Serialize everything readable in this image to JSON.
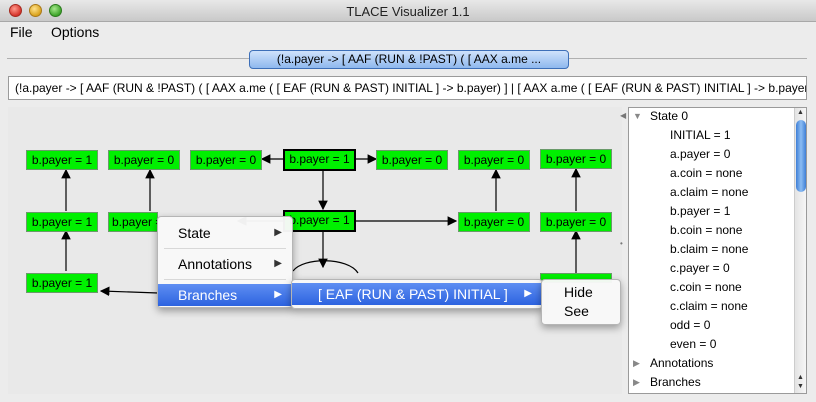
{
  "window": {
    "title": "TLACE Visualizer 1.1"
  },
  "menubar": {
    "file": "File",
    "options": "Options"
  },
  "tab": {
    "label": "(!a.payer ->  [ AAF (RUN & !PAST) ( [ AAX a.me ..."
  },
  "formula": {
    "text": "(!a.payer ->  [ AAF (RUN & !PAST) ( [ AAX a.me ( [ EAF (RUN & PAST) INITIAL ]  -> b.payer) ]  |  [ AAX a.me ( [ EAF (RUN & PAST) INITIAL ]  -> b.payer) ] ) ])"
  },
  "graph": {
    "nodes": [
      {
        "id": "n1",
        "label": "b.payer = 1"
      },
      {
        "id": "n2",
        "label": "b.payer = 0"
      },
      {
        "id": "n3",
        "label": "b.payer = 0"
      },
      {
        "id": "n4",
        "label": "b.payer = 1"
      },
      {
        "id": "n5",
        "label": "b.payer = 0"
      },
      {
        "id": "n6",
        "label": "b.payer = 0"
      },
      {
        "id": "n7",
        "label": "b.payer = 0"
      },
      {
        "id": "n8",
        "label": "b.payer = 1"
      },
      {
        "id": "n9",
        "label": "b.payer = 1"
      },
      {
        "id": "n10",
        "label": "b.payer = 1"
      },
      {
        "id": "n11",
        "label": "b.payer = 0"
      },
      {
        "id": "n12",
        "label": "b.payer = 0"
      },
      {
        "id": "n13",
        "label": "b.payer = 1"
      }
    ]
  },
  "tree": {
    "root": "State 0",
    "items": [
      "INITIAL = 1",
      "a.payer = 0",
      "a.coin = none",
      "a.claim = none",
      "b.payer = 1",
      "b.coin = none",
      "b.claim = none",
      "c.payer = 0",
      "c.coin = none",
      "c.claim = none",
      "odd = 0",
      "even = 0"
    ],
    "annotations": "Annotations",
    "branches": "Branches"
  },
  "context_menu": {
    "items": [
      {
        "label": "State"
      },
      {
        "label": "Annotations"
      },
      {
        "label": "Branches"
      }
    ],
    "submenu": {
      "label": "[ EAF (RUN & PAST) INITIAL ]"
    },
    "subsubmenu": {
      "hide": "Hide",
      "see": "See"
    }
  },
  "colors": {
    "node_fill": "#00f000",
    "highlight": "#3b6fe6"
  }
}
